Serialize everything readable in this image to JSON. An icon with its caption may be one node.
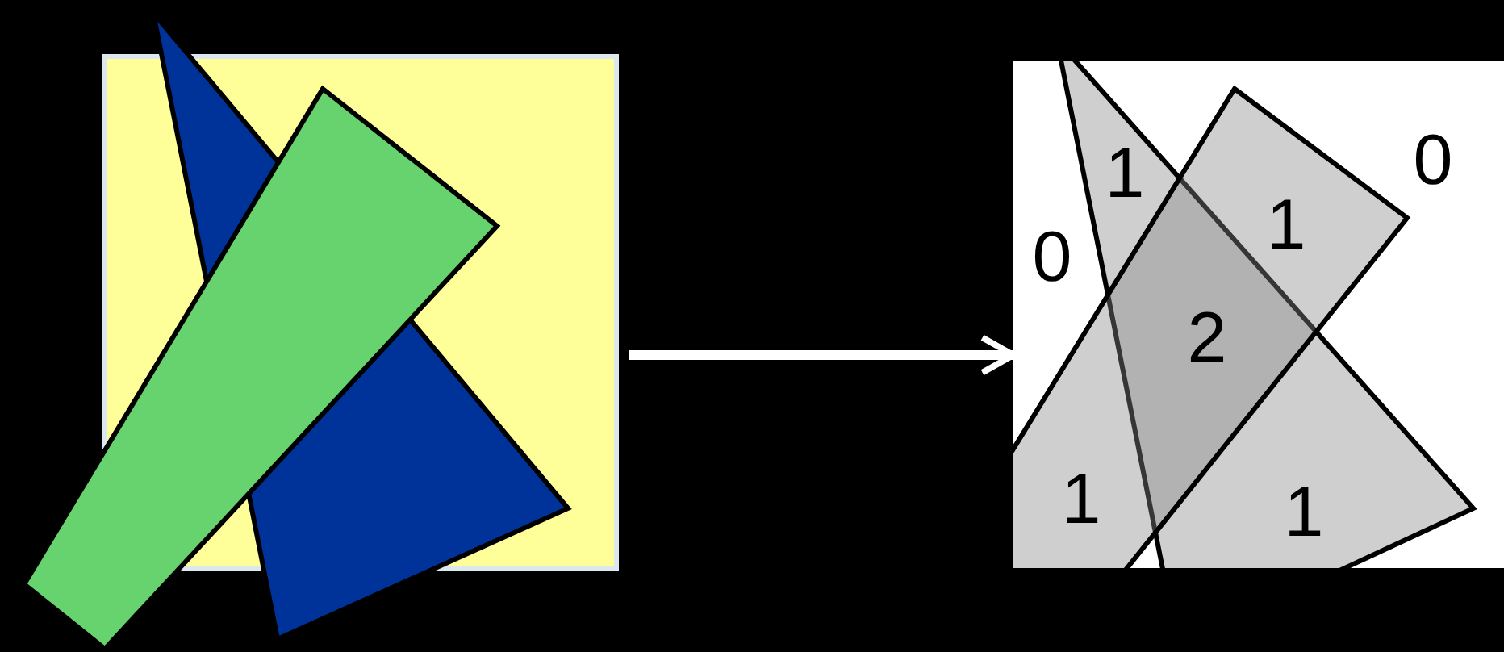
{
  "diagram": {
    "nodes": [
      {
        "text": [],
        "shape": "picture"
      },
      {
        "text": [],
        "shape": "picture"
      }
    ],
    "edges": [
      {
        "from": 0,
        "to": 1,
        "arrow": "to"
      }
    ],
    "labels": [
      "0",
      "1",
      "1",
      "0",
      "2",
      "1",
      "1"
    ]
  }
}
